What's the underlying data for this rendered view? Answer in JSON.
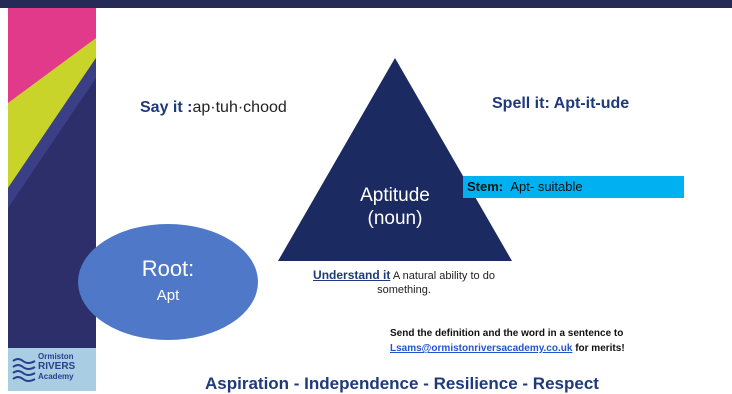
{
  "say_it": {
    "label": "Say it :",
    "text": "ap·tuh·chood"
  },
  "spell_it": {
    "text": "Spell it: Apt-it-ude"
  },
  "triangle": {
    "word": "Aptitude",
    "part_of_speech": "(noun)"
  },
  "stem": {
    "label": "Stem:",
    "text": "Apt- suitable"
  },
  "root": {
    "label": "Root:",
    "text": "Apt"
  },
  "understand": {
    "label": "Understand it",
    "text": "A natural ability to do something."
  },
  "send": {
    "line1": "Send the definition and the word in a sentence to",
    "email": "Lsams@ormistonriversacademy.co.uk",
    "suffix": " for merits!"
  },
  "motto": "Aspiration - Independence - Resilience - Respect",
  "logo": {
    "line1": "Ormiston",
    "line2": "RIVERS",
    "line3": "Academy"
  },
  "colors": {
    "navy": "#262a57",
    "magenta": "#e23a8a",
    "lime": "#c9d42b",
    "sky": "#00b0f0",
    "root_blue": "#4f78c8",
    "triangle": "#1b2a60"
  }
}
